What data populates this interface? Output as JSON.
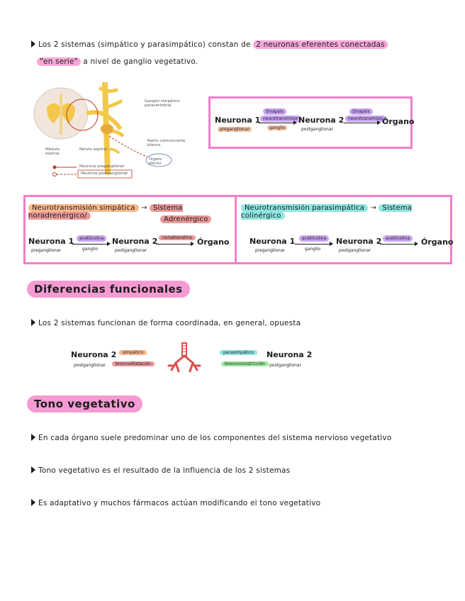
{
  "intro": {
    "line1_a": "Los 2 sistemas (simpático y parasimpático) constan de",
    "line1_hl": "2 neuronas eferentes conectadas",
    "line2_hl": "\"en serie\"",
    "line2_b": "a nivel de ganglio vegetativo."
  },
  "figure": {
    "labels": {
      "ganglio": "Ganglio simpático paravertebral",
      "ramo": "Ramo comunicante blanco",
      "medula": "Médula espinal",
      "nervio": "Nervio espinal",
      "organo": "Órgano efector",
      "pre": "Neurona preganglionar",
      "post": "Neurona postganglionar"
    }
  },
  "top_chain": {
    "n1": "Neurona 1",
    "n1_sub": "preganglionar",
    "syn_top": "Sinapsis",
    "syn_mid": "neurotransmisor",
    "syn_bot": "ganglio",
    "n2": "Neurona 2",
    "n2_sub": "postganglionar",
    "syn2_top": "Sinapsis",
    "syn2_mid": "neurotransmisor",
    "organo": "Órgano"
  },
  "simpatica": {
    "title_a": "Neurotransmisión simpática",
    "title_b": "Sistema noradrenérgico/",
    "title_c": "Adrenérgico",
    "n1": "Neurona 1",
    "n1_sub": "preganglionar",
    "nt1": "acetilcolina",
    "nt1_sub": "ganglio",
    "n2": "Neurona 2",
    "n2_sub": "postganglionar",
    "nt2": "noradrenalina",
    "organo": "Órgano"
  },
  "parasimpatica": {
    "title_a": "Neurotransmisión parasimpática",
    "title_b": "Sistema colinérgico",
    "n1": "Neurona 1",
    "n1_sub": "preganglionar",
    "nt1": "acetilcolina",
    "nt1_sub": "ganglio",
    "n2": "Neurona 2",
    "n2_sub": "postganglionar",
    "nt2": "acetilcolina",
    "organo": "Órgano"
  },
  "diferencias": {
    "heading": "Diferencias funcionales",
    "bullet": "Los 2 sistemas funcionan de forma coordinada, en general, opuesta",
    "left_n": "Neurona 2",
    "left_sub": "postganglionar",
    "left_tag1": "simpático",
    "left_tag2": "broncodilatación",
    "right_tag1": "parasimpático",
    "right_tag2": "broncoconstricción",
    "right_n": "Neurona 2",
    "right_sub": "postganglionar"
  },
  "tono": {
    "heading": "Tono vegetativo",
    "b1": "En cada órgano suele predominar uno de los componentes del sistema nervioso vegetativo",
    "b2": "Tono vegetativo es el resultado de la influencia de los 2 sistemas",
    "b3": "Es adaptativo y muchos fármacos actúan modificando el tono vegetativo"
  },
  "colors": {
    "pink": "#f17ec9",
    "heading": "#f59bd3",
    "nerve": "#f3c84a"
  }
}
